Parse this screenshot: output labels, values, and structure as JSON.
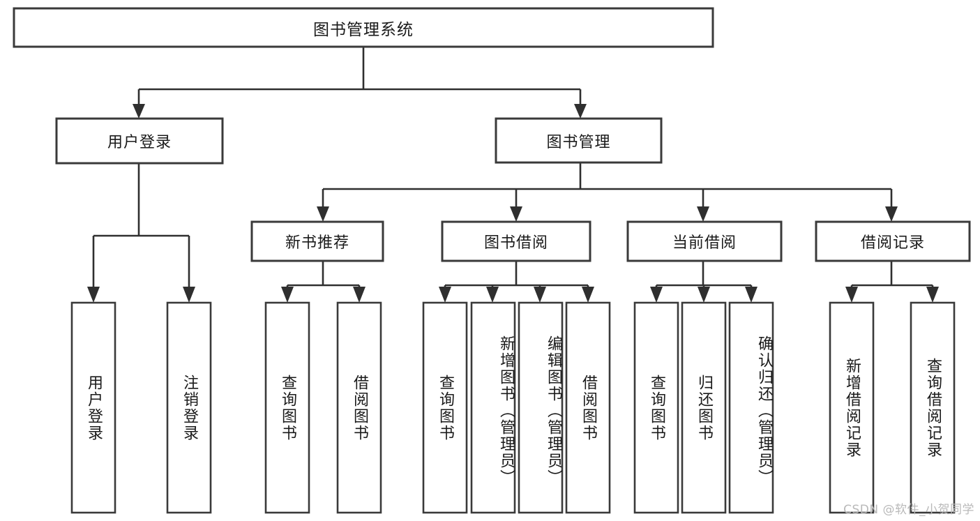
{
  "diagram": {
    "type": "tree-hierarchy",
    "title_node": {
      "id": "root",
      "label": "图书管理系统"
    },
    "level2": [
      {
        "id": "user-login",
        "label": "用户登录"
      },
      {
        "id": "book-management",
        "label": "图书管理"
      }
    ],
    "level3": [
      {
        "id": "new-book-recommend",
        "label": "新书推荐",
        "parent": "book-management"
      },
      {
        "id": "book-borrow",
        "label": "图书借阅",
        "parent": "book-management"
      },
      {
        "id": "current-borrow",
        "label": "当前借阅",
        "parent": "book-management"
      },
      {
        "id": "borrow-record",
        "label": "借阅记录",
        "parent": "book-management"
      }
    ],
    "leaves": {
      "user_login": [
        {
          "id": "leaf-user-login",
          "label": "用户登录"
        },
        {
          "id": "leaf-user-logout",
          "label": "注销登录"
        }
      ],
      "new_book_recommend": [
        {
          "id": "leaf-query-book-1",
          "label": "查询图书"
        },
        {
          "id": "leaf-borrow-book-1",
          "label": "借阅图书"
        }
      ],
      "book_borrow": [
        {
          "id": "leaf-query-book-2",
          "label": "查询图书"
        },
        {
          "id": "leaf-add-book",
          "label": "新增图书（管理员）"
        },
        {
          "id": "leaf-edit-book",
          "label": "编辑图书（管理员）"
        },
        {
          "id": "leaf-borrow-book-2",
          "label": "借阅图书"
        }
      ],
      "current_borrow": [
        {
          "id": "leaf-query-book-3",
          "label": "查询图书"
        },
        {
          "id": "leaf-return-book",
          "label": "归还图书"
        },
        {
          "id": "leaf-confirm-return",
          "label": "确认归还（管理员）"
        }
      ],
      "borrow_record": [
        {
          "id": "leaf-add-record",
          "label": "新增借阅记录"
        },
        {
          "id": "leaf-query-record",
          "label": "查询借阅记录"
        }
      ]
    },
    "colors": {
      "background": "#ffffff",
      "box_fill": "#ffffff",
      "box_stroke": "#3a3a3a",
      "connector": "#2f2f2f",
      "text": "#1a1a1a",
      "watermark": "#b9b9b9"
    }
  },
  "watermark": {
    "text": "CSDN @软件_小贺同学"
  }
}
